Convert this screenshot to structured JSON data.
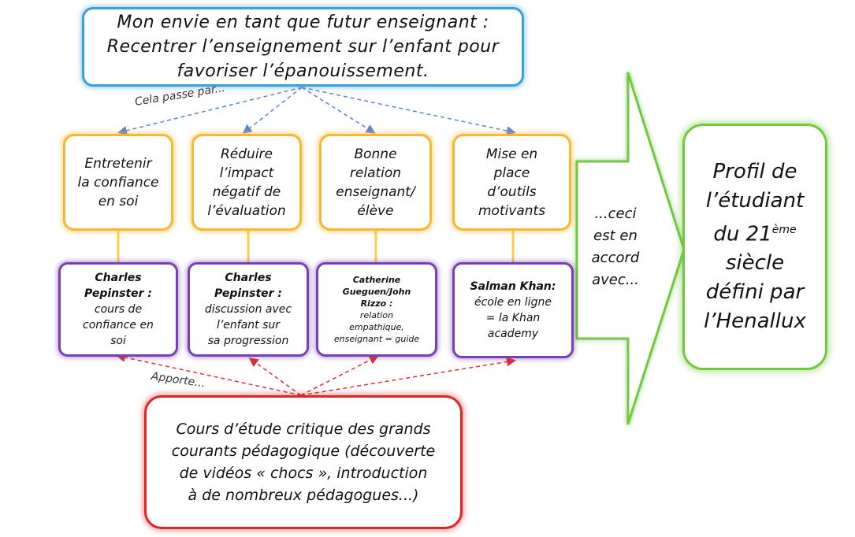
{
  "top_box": {
    "line1": "Mon envie en tant que futur enseignant :",
    "line2": "Recentrer l’enseignement sur l’enfant pour",
    "line3": "favoriser l’épanouissement."
  },
  "cela_label": "Cela passe par...",
  "apporte_label": "Apporte...",
  "aims": [
    {
      "lines": [
        "Entretenir",
        "la confiance",
        "en soi"
      ]
    },
    {
      "lines": [
        "Réduire",
        "l’impact",
        "négatif de",
        "l’évaluation"
      ]
    },
    {
      "lines": [
        "Bonne",
        "relation",
        "enseignant/",
        "élève"
      ]
    },
    {
      "lines": [
        "Mise en",
        "place",
        "d’outils",
        "motivants"
      ]
    }
  ],
  "sources": [
    {
      "name": [
        "Charles",
        "Pepinster :"
      ],
      "desc": [
        "cours de",
        "confiance en",
        "soi"
      ]
    },
    {
      "name": [
        "Charles",
        "Pepinster :"
      ],
      "desc": [
        "discussion avec",
        "l’enfant sur",
        "sa progression"
      ]
    },
    {
      "name": [
        "Catherine",
        "Gueguen/John",
        "Rizzo :"
      ],
      "desc": [
        "relation",
        "empathique,",
        "enseignant = guide"
      ]
    },
    {
      "name": [
        "Salman Khan:"
      ],
      "desc": [
        "école en ligne",
        "= la Khan",
        "academy"
      ]
    }
  ],
  "bottom_box": {
    "line1": "Cours d’étude critique des grands",
    "line2": "courants pédagogique (découverte",
    "line3": "de vidéos « chocs », introduction",
    "line4": "à de nombreux pédagogues...)"
  },
  "arrow_text": [
    "...ceci",
    "est en",
    "accord",
    "avec..."
  ],
  "profile_box": {
    "line1": "Profil de",
    "line2": "l’étudiant",
    "line3_main": "du 21",
    "line3_sup": "ème",
    "line4": "siècle",
    "line5": "défini par",
    "line6": "l’Henallux"
  },
  "colors": {
    "blue": "#3aa0dc",
    "orange": "#f7b733",
    "purple": "#7a3fb2",
    "red": "#e02424",
    "green": "#70c93c"
  }
}
